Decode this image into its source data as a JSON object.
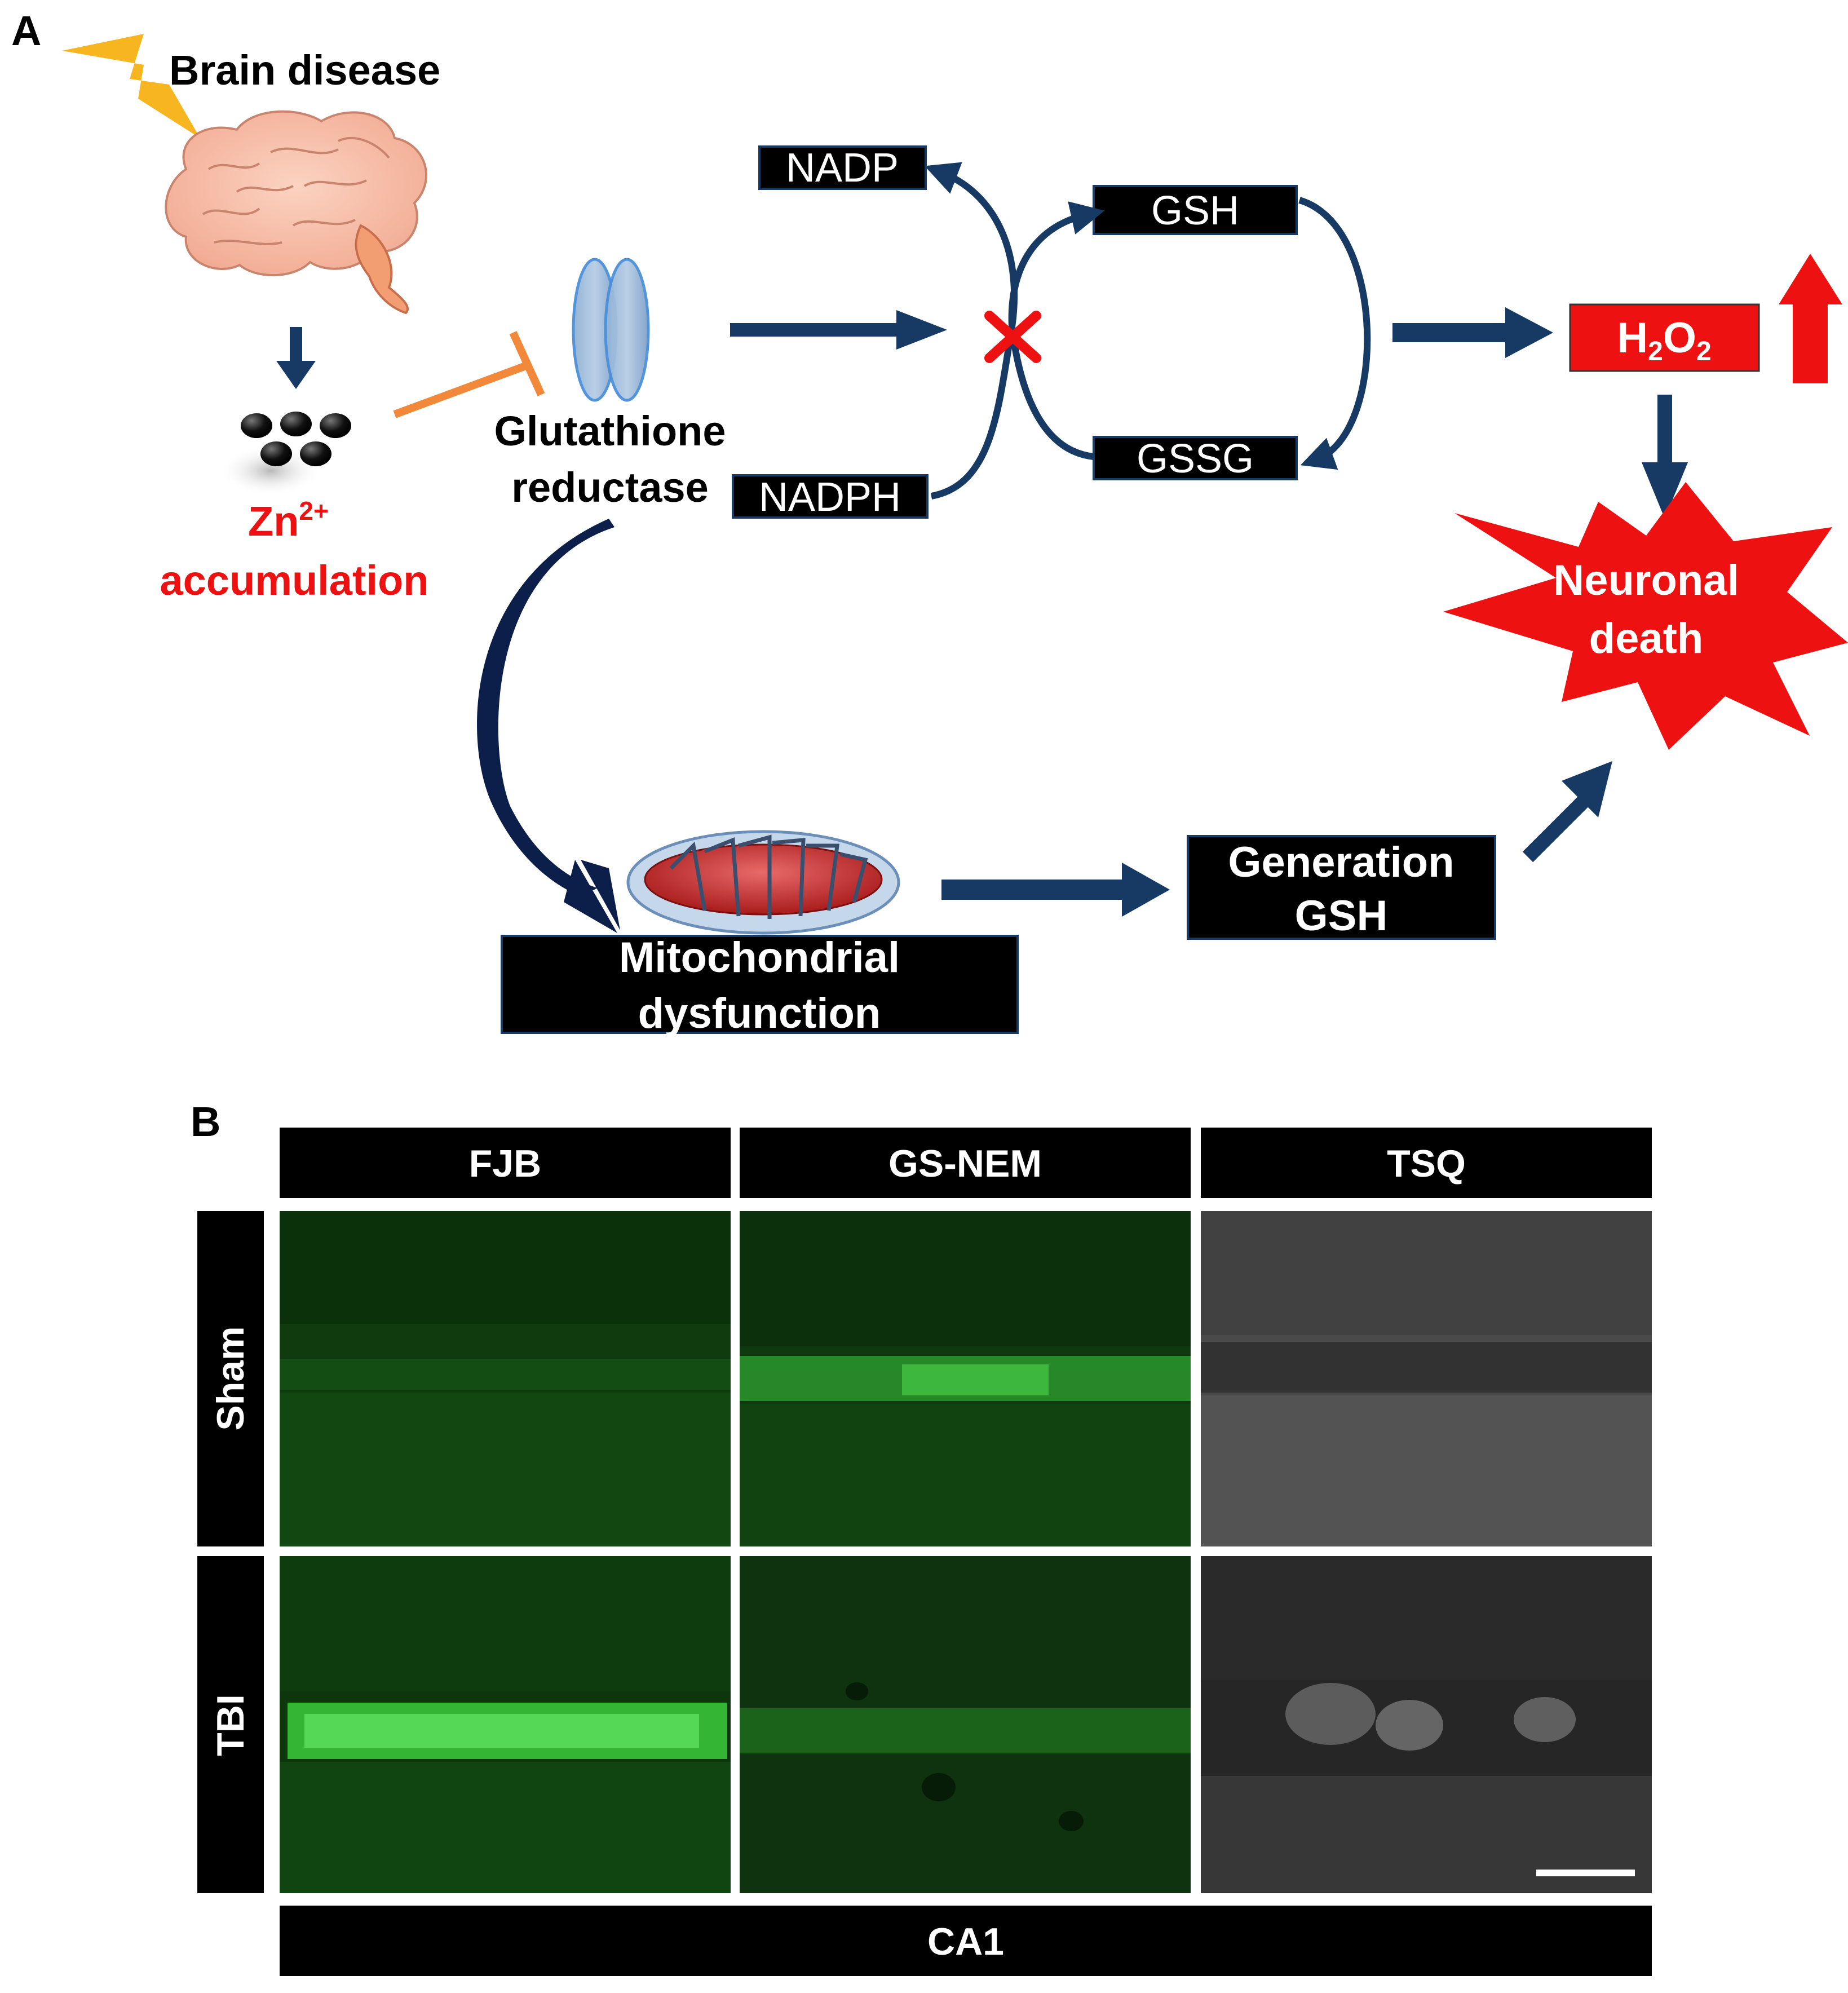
{
  "panel_a": {
    "letter": "A",
    "brain_disease": "Brain disease",
    "zn_base": "Zn",
    "zn_sup": "2+",
    "accumulation": "accumulation",
    "glutathione": "Glutathione",
    "reductase": "reductase",
    "nadp": "NADP",
    "nadph": "NADPH",
    "gsh": "GSH",
    "gssg": "GSSG",
    "h2o2_h": "H",
    "h2o2_sub1": "2",
    "h2o2_o": "O",
    "h2o2_sub2": "2",
    "neuronal": "Neuronal",
    "death": "death",
    "generation": "Generation",
    "generation_gsh": "GSH",
    "mito_line1": "Mitochondrial",
    "mito_line2": "dysfunction"
  },
  "panel_b": {
    "letter": "B",
    "columns": [
      "FJB",
      "GS-NEM",
      "TSQ"
    ],
    "rows": [
      "Sham",
      "TBI"
    ],
    "footer": "CA1"
  },
  "colors": {
    "navy": "#163a63",
    "red": "#ee1111",
    "orange": "#f2893a",
    "black": "#000000",
    "green": "#1f7a1f"
  }
}
